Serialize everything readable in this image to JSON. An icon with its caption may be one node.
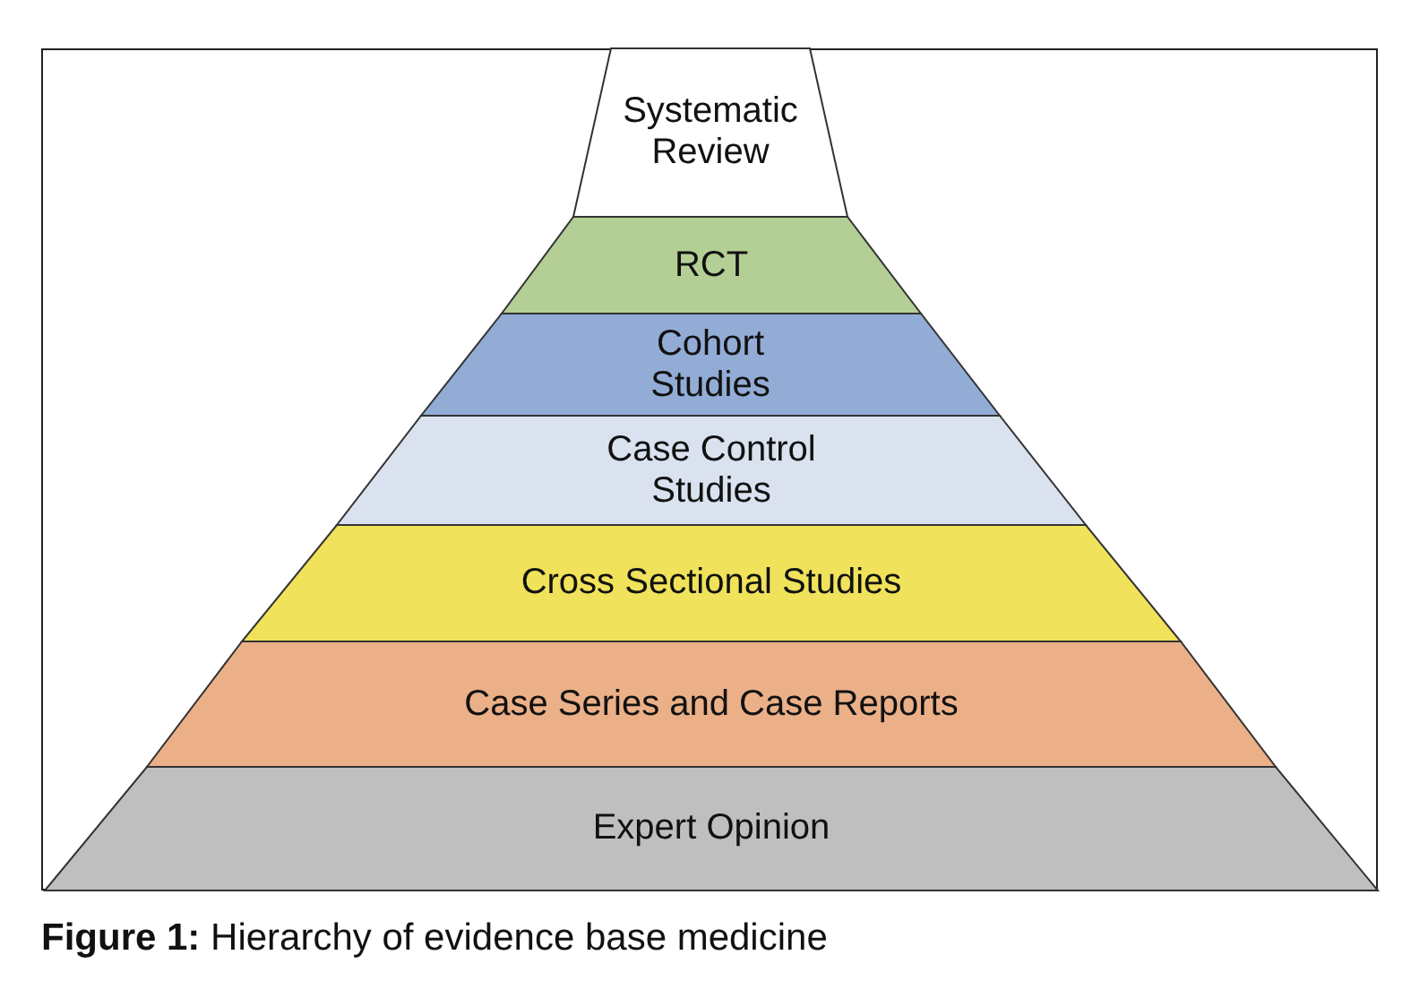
{
  "diagram": {
    "caption": "**Figure 1:** Hierarchy of evidence base medicine",
    "nodes": [
      {
        "text": [
          "Systematic Review"
        ]
      },
      {
        "text": [
          "RCT"
        ]
      },
      {
        "text": [
          "Cohort Studies"
        ]
      },
      {
        "text": [
          "Case Control Studies"
        ]
      },
      {
        "text": [
          "Cross Sectional Studies"
        ]
      },
      {
        "text": [
          "Case Series and Case Reports"
        ]
      },
      {
        "text": [
          "Expert Opinion"
        ]
      }
    ],
    "edges": []
  }
}
